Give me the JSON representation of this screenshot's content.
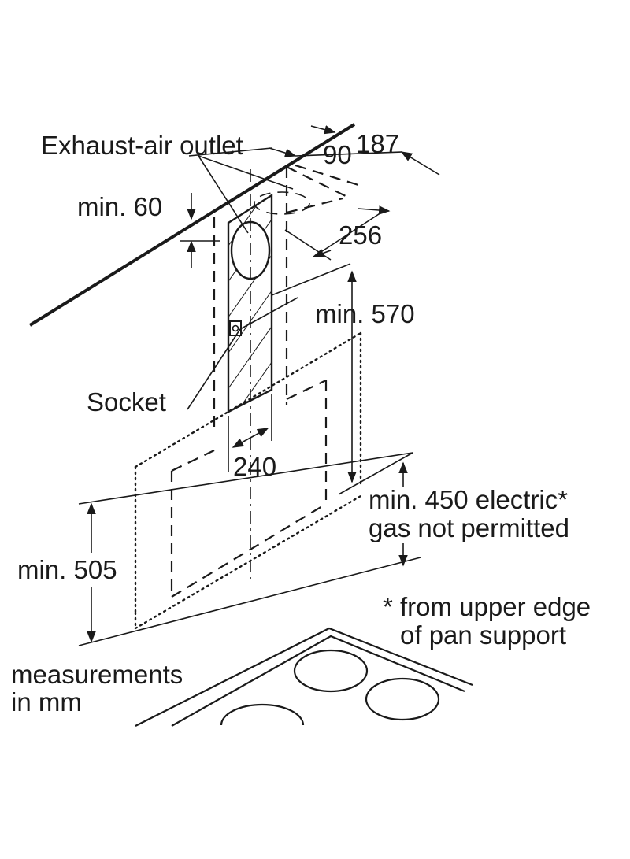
{
  "labels": {
    "exhaust": "Exhaust-air outlet",
    "d187": "187",
    "d90": "90",
    "min60": "min. 60",
    "d256": "256",
    "min570": "min. 570",
    "socket": "Socket",
    "d240": "240",
    "min450_line1": "min. 450 electric*",
    "min450_line2": "gas not permitted",
    "min505": "min. 505",
    "footnote_line1": "* from upper edge",
    "footnote_line2": "of pan support",
    "units_line1": "measurements",
    "units_line2": "in mm"
  },
  "colors": {
    "ink": "#1a1a1a",
    "background": "#ffffff"
  }
}
